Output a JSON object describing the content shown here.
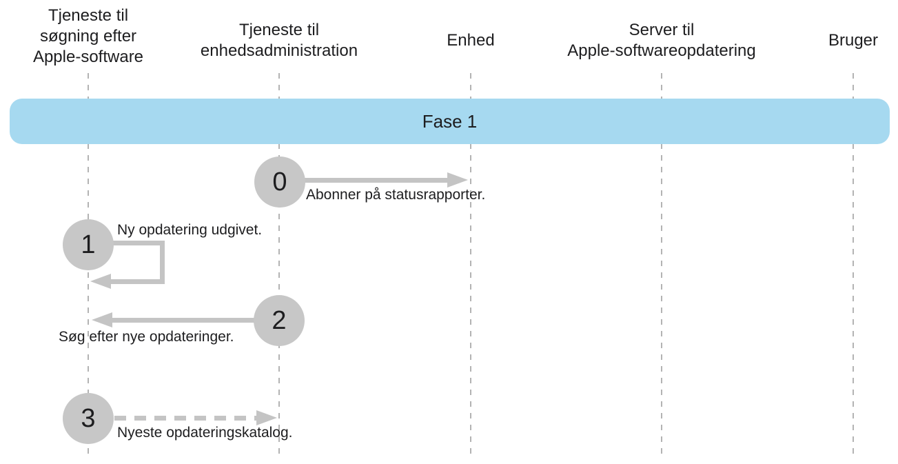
{
  "actors": [
    "Tjeneste til\nsøgning efter\nApple-software",
    "Tjeneste til\nenhedsadministration",
    "Enhed",
    "Server til\nApple-softwareopdatering",
    "Bruger"
  ],
  "phase": {
    "label": "Fase 1"
  },
  "steps": [
    {
      "number": "0",
      "label": "Abonner på statusrapporter.",
      "from": "Tjeneste til enhedsadministration",
      "to": "Enhed",
      "line_style": "solid"
    },
    {
      "number": "1",
      "label": "Ny opdatering udgivet.",
      "from": "Tjeneste til søgning efter Apple-software",
      "to": "Tjeneste til søgning efter Apple-software",
      "line_style": "solid-self-loop"
    },
    {
      "number": "2",
      "label": "Søg efter nye opdateringer.",
      "from": "Tjeneste til enhedsadministration",
      "to": "Tjeneste til søgning efter Apple-software",
      "line_style": "solid"
    },
    {
      "number": "3",
      "label": "Nyeste opdateringskatalog.",
      "from": "Tjeneste til søgning efter Apple-software",
      "to": "Tjeneste til enhedsadministration",
      "line_style": "dashed"
    }
  ],
  "colors": {
    "phase_banner": "#a6d9f0",
    "connector": "#c4c4c4",
    "step_circle": "#c7c7c7",
    "lifeline": "#b3b3b3",
    "text": "#1d1d1f"
  }
}
